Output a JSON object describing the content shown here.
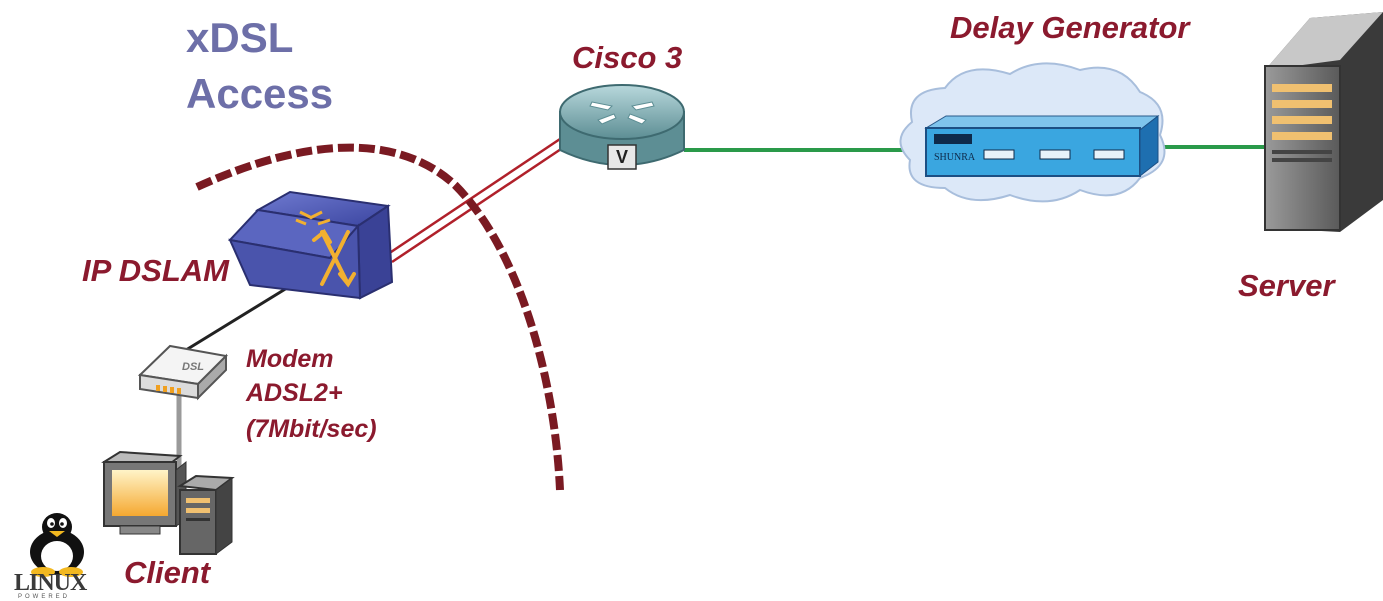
{
  "title": {
    "line1": "xDSL",
    "line2": "Access"
  },
  "labels": {
    "cisco": "Cisco 3",
    "delay_generator": "Delay Generator",
    "server": "Server",
    "dslam": "IP DSLAM",
    "modem_line1": "Modem",
    "modem_line2": "ADSL2+",
    "modem_line3": "(7Mbit/sec)",
    "client": "Client"
  },
  "devices": {
    "modem_badge": "DSL",
    "router_badge": "V",
    "delay_brand": "SHUNRA"
  },
  "logo": {
    "text": "LINUX",
    "subtext": "POWERED"
  },
  "colors": {
    "label": "#8b1a2e",
    "title": "#6d6fa8",
    "dsl_link": "#b0202a",
    "ethernet_link": "#2a9a4a",
    "access_boundary": "#7a1a22"
  }
}
